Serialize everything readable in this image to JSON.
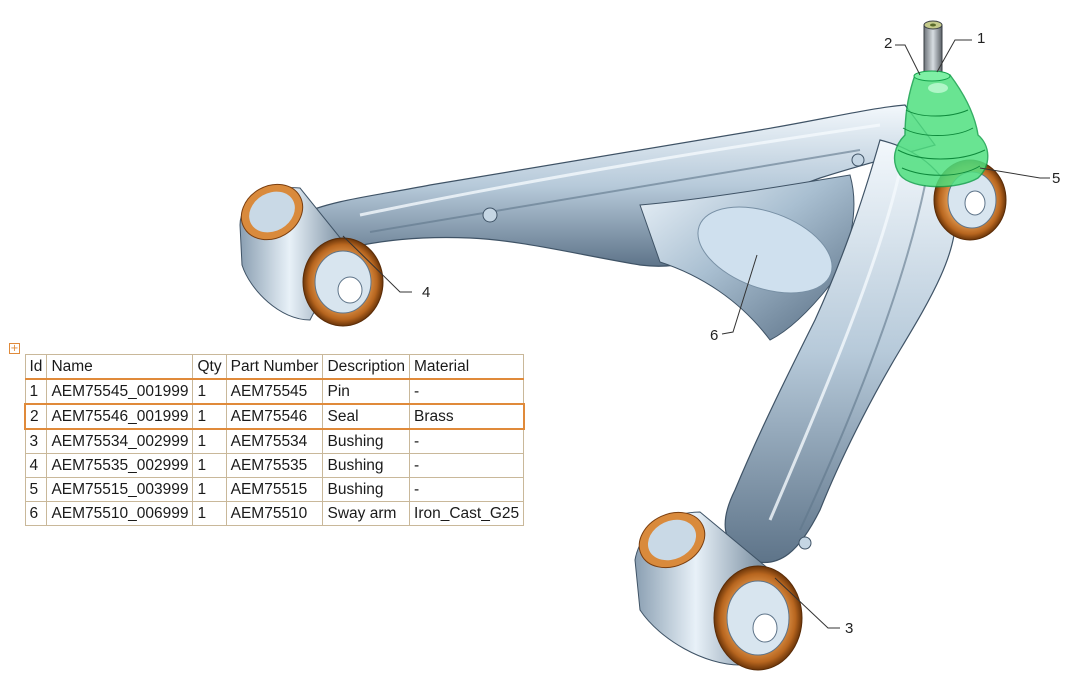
{
  "bom": {
    "headers": {
      "id": "Id",
      "name": "Name",
      "qty": "Qty",
      "part_number": "Part Number",
      "description": "Description",
      "material": "Material"
    },
    "rows": [
      {
        "id": "1",
        "name": "AEM75545_001999",
        "qty": "1",
        "part_number": "AEM75545",
        "description": "Pin",
        "material": "-"
      },
      {
        "id": "2",
        "name": "AEM75546_001999",
        "qty": "1",
        "part_number": "AEM75546",
        "description": "Seal",
        "material": "Brass"
      },
      {
        "id": "3",
        "name": "AEM75534_002999",
        "qty": "1",
        "part_number": "AEM75534",
        "description": "Bushing",
        "material": "-"
      },
      {
        "id": "4",
        "name": "AEM75535_002999",
        "qty": "1",
        "part_number": "AEM75535",
        "description": "Bushing",
        "material": "-"
      },
      {
        "id": "5",
        "name": "AEM75515_003999",
        "qty": "1",
        "part_number": "AEM75515",
        "description": "Bushing",
        "material": "-"
      },
      {
        "id": "6",
        "name": "AEM75510_006999",
        "qty": "1",
        "part_number": "AEM75510",
        "description": "Sway arm",
        "material": "Iron_Cast_G25"
      }
    ],
    "highlighted_row_id": "2"
  },
  "callouts": [
    {
      "label": "1"
    },
    {
      "label": "2"
    },
    {
      "label": "3"
    },
    {
      "label": "4"
    },
    {
      "label": "5"
    },
    {
      "label": "6"
    }
  ],
  "colors": {
    "metal_light": "#dbe8f2",
    "metal_mid": "#9fb6c8",
    "metal_dark": "#4f6478",
    "bushing_bronze": "#c8752a",
    "bushing_dark": "#7a3e0f",
    "seal_green": "#2fd16a",
    "highlight_orange": "#e08a3a"
  }
}
